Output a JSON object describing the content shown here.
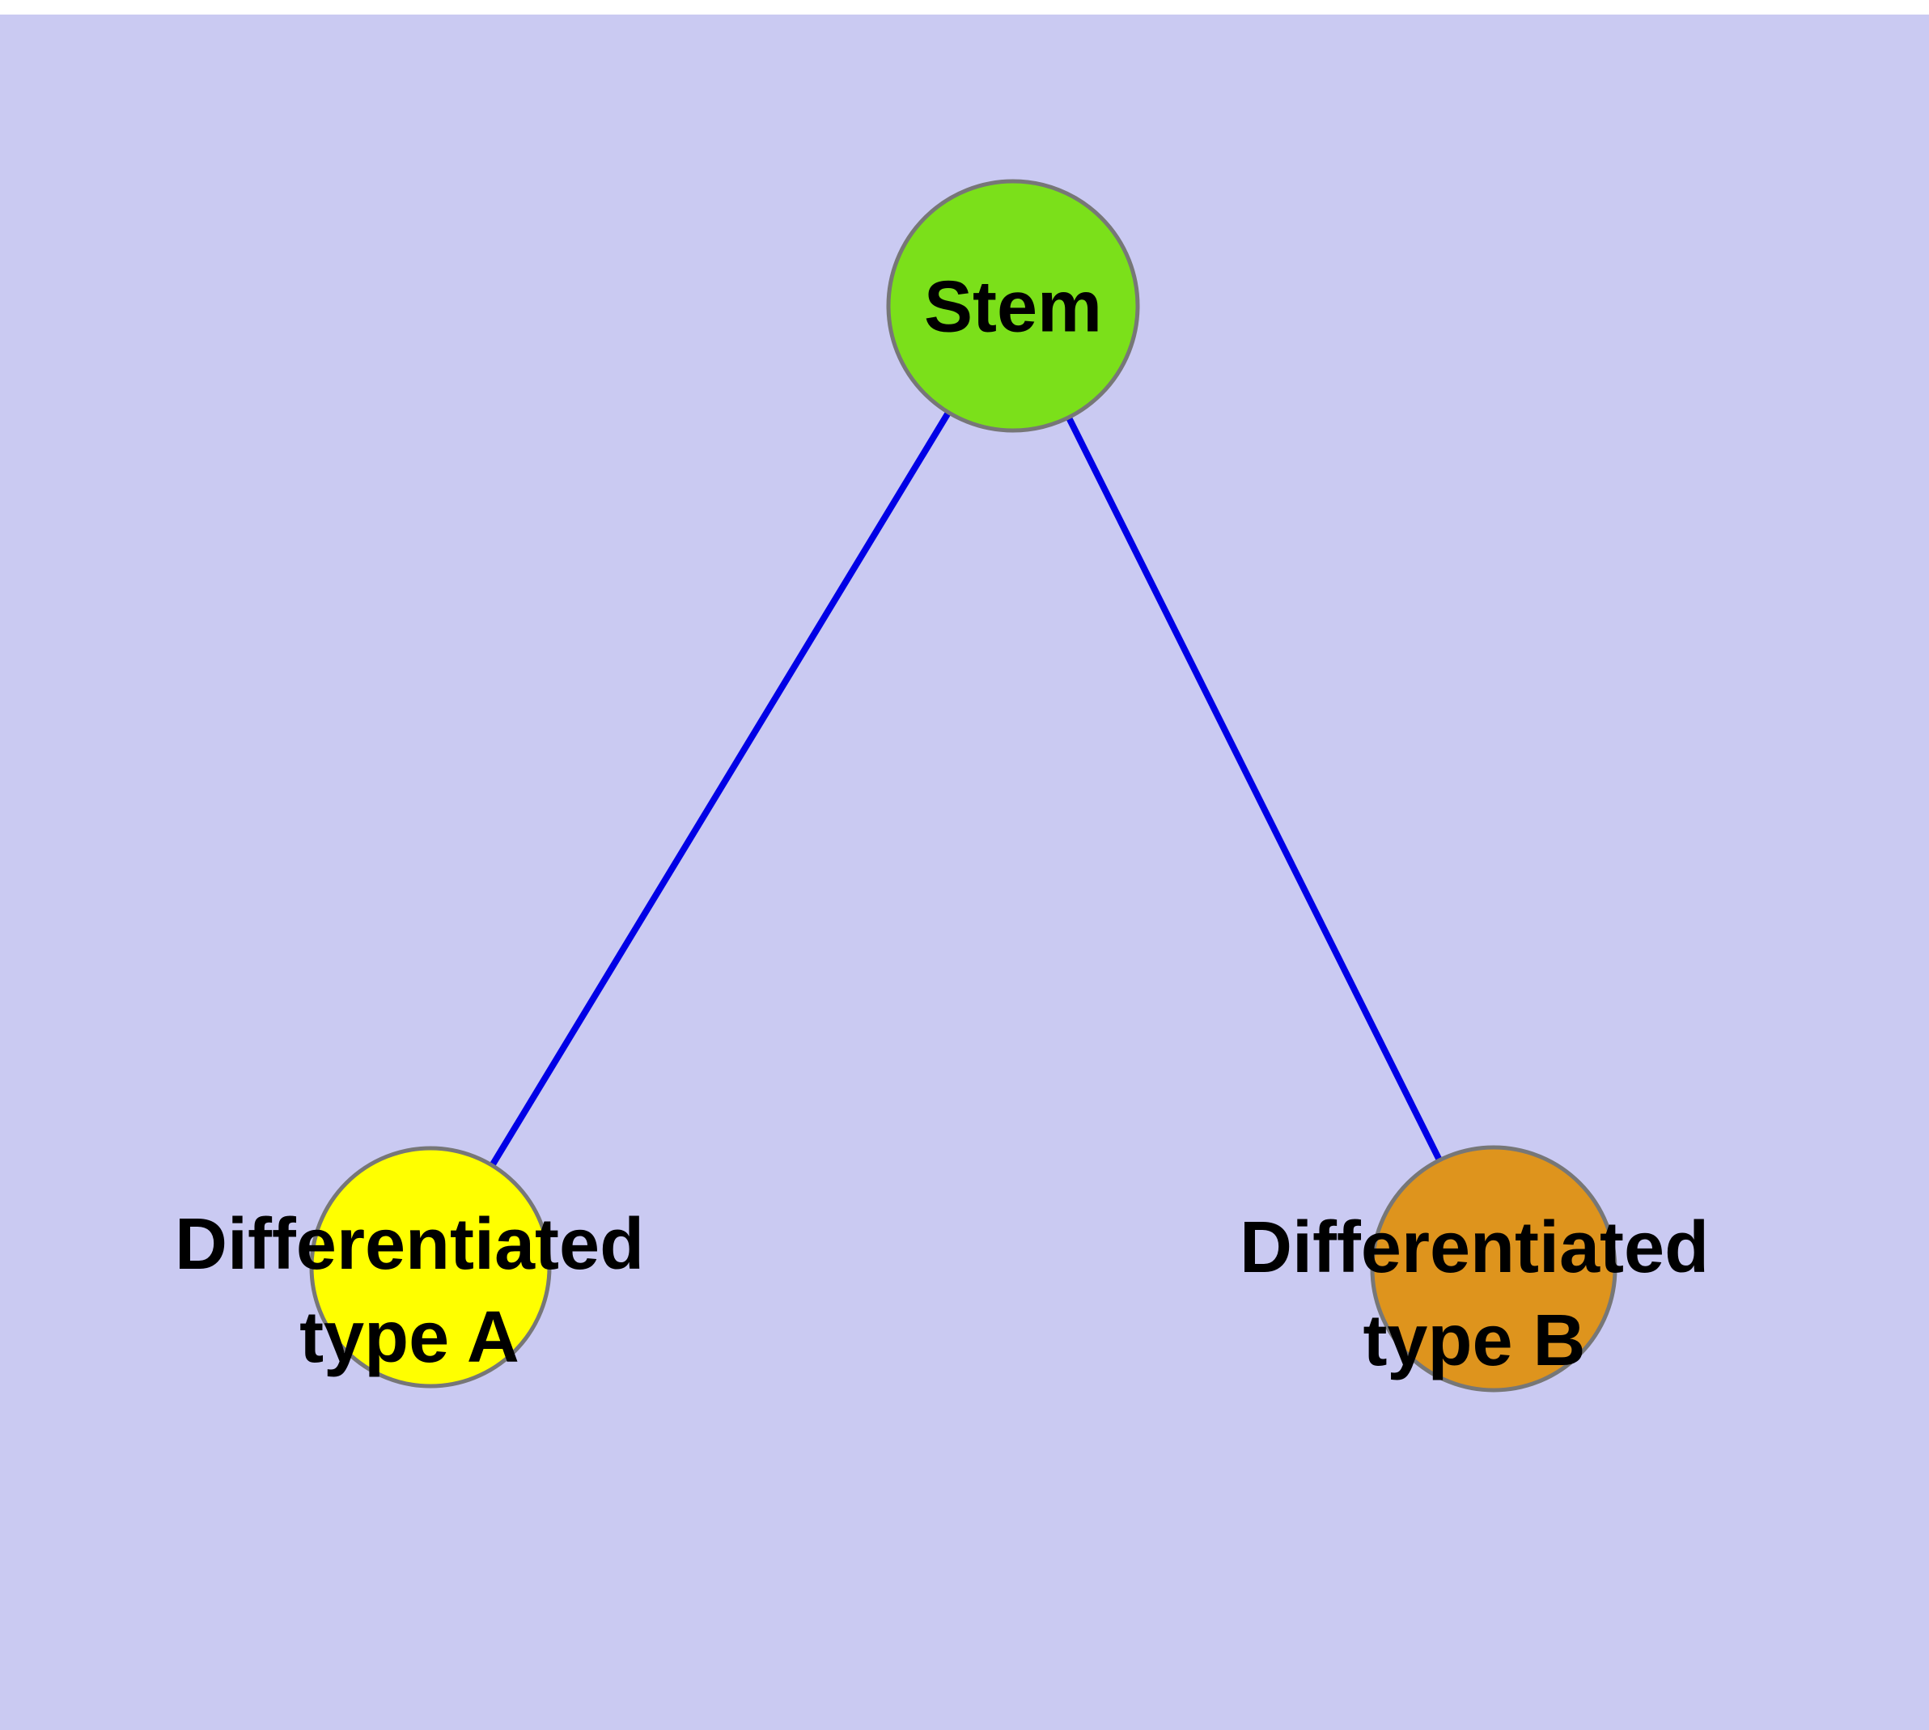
{
  "figure": {
    "background_color": "#cacaf2",
    "top_strip_color": "#ffffff",
    "edge_color": "#0000e6",
    "node_border_color": "#777777",
    "label_color": "#000000",
    "nodes": {
      "stem": {
        "label": "Stem",
        "fill": "#7be01a"
      },
      "type_a": {
        "label_line1": "Differentiated",
        "label_line2": "type A",
        "fill": "#ffff00"
      },
      "type_b": {
        "label_line1": "Differentiated",
        "label_line2": "type B",
        "fill": "#de941d"
      }
    },
    "edges": [
      {
        "from": "Stem",
        "to": "Differentiated type A"
      },
      {
        "from": "Stem",
        "to": "Differentiated type B"
      }
    ]
  }
}
